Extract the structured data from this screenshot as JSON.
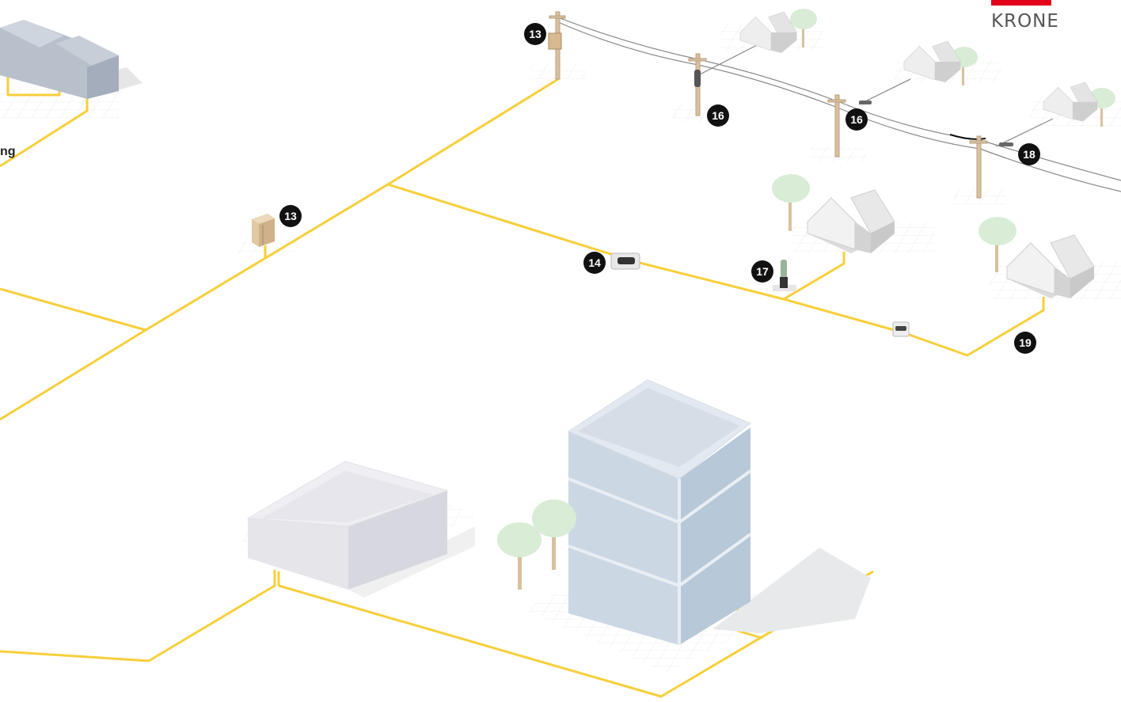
{
  "brand": {
    "name": "KRONE",
    "color": "#e3001b"
  },
  "cut_label": "ng",
  "colors": {
    "cable": "#f7cf3a",
    "badge": "#111111",
    "pole": "#d9c19f",
    "tree": "#d8ecd6"
  },
  "markers": [
    {
      "id": "m13a",
      "label": "13"
    },
    {
      "id": "m13b",
      "label": "13"
    },
    {
      "id": "m14",
      "label": "14"
    },
    {
      "id": "m16a",
      "label": "16"
    },
    {
      "id": "m16b",
      "label": "16"
    },
    {
      "id": "m17",
      "label": "17"
    },
    {
      "id": "m18",
      "label": "18"
    },
    {
      "id": "m19",
      "label": "19"
    }
  ]
}
